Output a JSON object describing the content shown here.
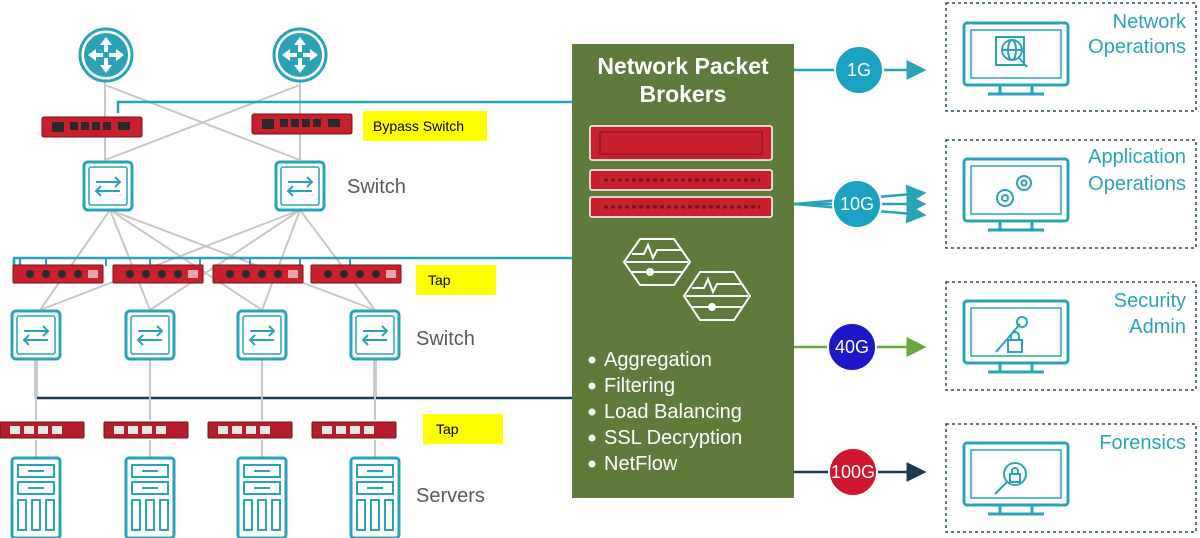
{
  "labels": {
    "bypass_switch": "Bypass Switch",
    "switch_top": "Switch",
    "tap_top": "Tap",
    "switch_bottom": "Switch",
    "tap_bottom": "Tap",
    "servers": "Servers"
  },
  "npb": {
    "title_line1": "Network Packet",
    "title_line2": "Brokers",
    "features": [
      "Aggregation",
      "Filtering",
      "Load Balancing",
      "SSL Decryption",
      "NetFlow"
    ]
  },
  "links": [
    {
      "speed": "1G",
      "color": "#1ba1c1"
    },
    {
      "speed": "10G",
      "color": "#1ba1c1"
    },
    {
      "speed": "40G",
      "color": "#1e17c9"
    },
    {
      "speed": "100G",
      "color": "#d1152e"
    }
  ],
  "destinations": [
    {
      "line1": "Network",
      "line2": "Operations",
      "icon": "globe-search-icon"
    },
    {
      "line1": "Application",
      "line2": "Operations",
      "icon": "gears-icon"
    },
    {
      "line1": "Security",
      "line2": "Admin",
      "icon": "wrench-lock-icon"
    },
    {
      "line1": "Forensics",
      "line2": "",
      "icon": "magnifier-lock-icon"
    }
  ],
  "colors": {
    "npb_green": "#5e7b3b",
    "teal": "#2aa3b8",
    "device_red": "#c8202c",
    "callout_yellow": "#ffff00"
  }
}
